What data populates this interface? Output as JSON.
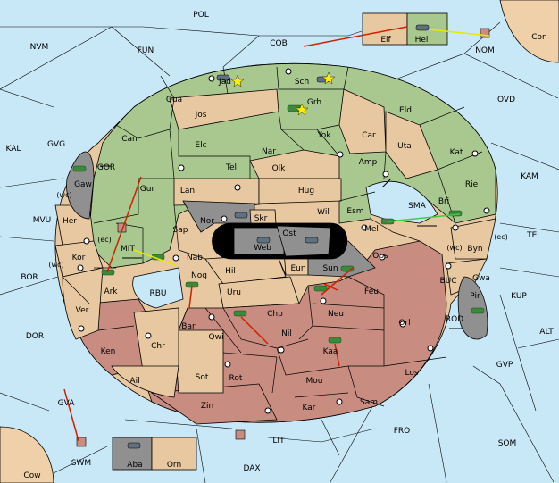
{
  "colors": {
    "sea": "#c8e8f8",
    "green": "#a8c890",
    "tan": "#e8c8a0",
    "red": "#c88c80",
    "gray": "#909090",
    "black": "#000000",
    "land_outside": "#f0d0a8",
    "army": "#3a8a3a",
    "move_red": "#cc2200",
    "move_yellow": "#e8e800",
    "move_green": "#40cc40"
  },
  "seas": {
    "POL": "POL",
    "FUN": "FUN",
    "COB": "COB",
    "NVM": "NVM",
    "NOM": "NOM",
    "Con": "Con",
    "OVD": "OVD",
    "KAL": "KAL",
    "GVG": "GVG",
    "KAM": "KAM",
    "MVU": "MVU",
    "TEI": "TEI",
    "BOR": "BOR",
    "KUP": "KUP",
    "DOR": "DOR",
    "ALT": "ALT",
    "GVP": "GVP",
    "GVA": "GVA",
    "FRO": "FRO",
    "SOM": "SOM",
    "LIT": "LIT",
    "DAX": "DAX",
    "SWM": "SWM",
    "Cow": "Cow"
  },
  "straits": {
    "GOR": "GOR",
    "MIT": "MIT",
    "RBU": "RBU",
    "SMA": "SMA",
    "BUC": "BUC",
    "ROD": "ROD"
  },
  "provinces": {
    "Jad": "Jad",
    "Sch": "Sch",
    "Qua": "Qua",
    "Jos": "Jos",
    "Grh": "Grh",
    "Eld": "Eld",
    "Can": "Can",
    "Yok": "Yok",
    "Car": "Car",
    "Elc": "Elc",
    "Nar": "Nar",
    "Uta": "Uta",
    "Kat": "Kat",
    "Tel": "Tel",
    "Olk": "Olk",
    "Amp": "Amp",
    "Gaw": "Gaw",
    "Gur": "Gur",
    "Lan": "Lan",
    "Hug": "Hug",
    "Rie": "Rie",
    "Bri": "Bri",
    "Her": "Her",
    "Nor": "Nor",
    "Skr": "Skr",
    "Wil": "Wil",
    "Esm": "Esm",
    "Sap": "Sap",
    "Ost": "Ost",
    "Web": "Web",
    "Mel": "Mel",
    "Byn": "Byn",
    "Kor": "Kor",
    "Nab": "Nab",
    "Eun": "Eun",
    "Obs": "Obs",
    "Hil": "Hil",
    "Sun": "Sun",
    "Gwa": "Gwa",
    "Ark": "Ark",
    "Nog": "Nog",
    "Uru": "Uru",
    "Feu": "Feu",
    "Pir": "Pir",
    "Ver": "Ver",
    "Chp": "Chp",
    "Neu": "Neu",
    "Bar": "Bar",
    "Qwi": "Qwi",
    "Nil": "Nil",
    "Orl": "Orl",
    "Ken": "Ken",
    "Chr": "Chr",
    "Kaa": "Kaa",
    "Rot": "Rot",
    "Sot": "Sot",
    "Mou": "Mou",
    "Los": "Los",
    "Ail": "Ail",
    "Sam": "Sam",
    "Zin": "Zin",
    "Kar": "Kar",
    "Elf": "Elf",
    "Hel": "Hel",
    "Aba": "Aba",
    "Orn": "Orn"
  },
  "coast_tags": {
    "wc1": "(wc)",
    "ec1": "(ec)",
    "wc2": "(wc)",
    "ec2": "(ec)",
    "wc3": "(wc)"
  }
}
